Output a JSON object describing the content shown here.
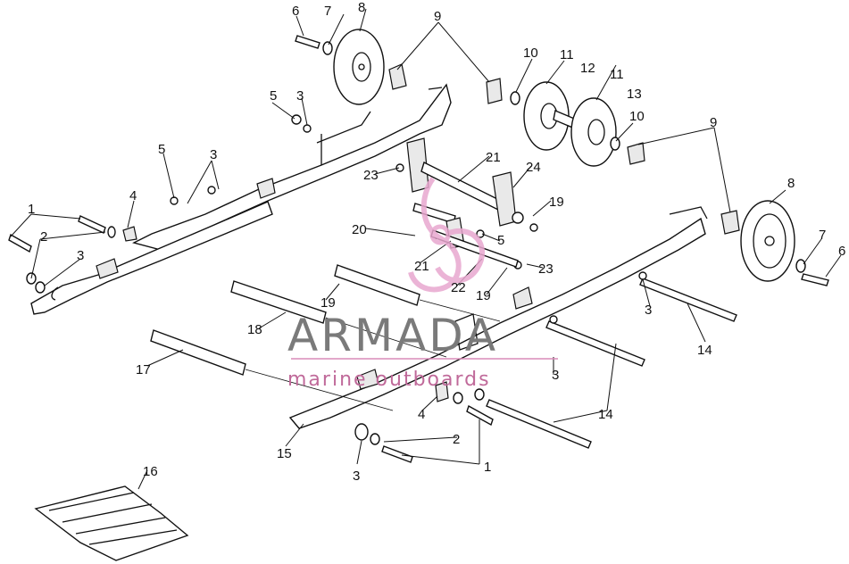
{
  "watermark": {
    "brand": "ARMADA",
    "tagline": "marine outboards",
    "color": "#e8a7cf"
  },
  "callouts": [
    "1",
    "2",
    "3",
    "4",
    "5",
    "6",
    "7",
    "8",
    "9",
    "10",
    "11",
    "12",
    "13",
    "14",
    "15",
    "16",
    "17",
    "18",
    "19",
    "20",
    "21",
    "22",
    "23",
    "24"
  ]
}
